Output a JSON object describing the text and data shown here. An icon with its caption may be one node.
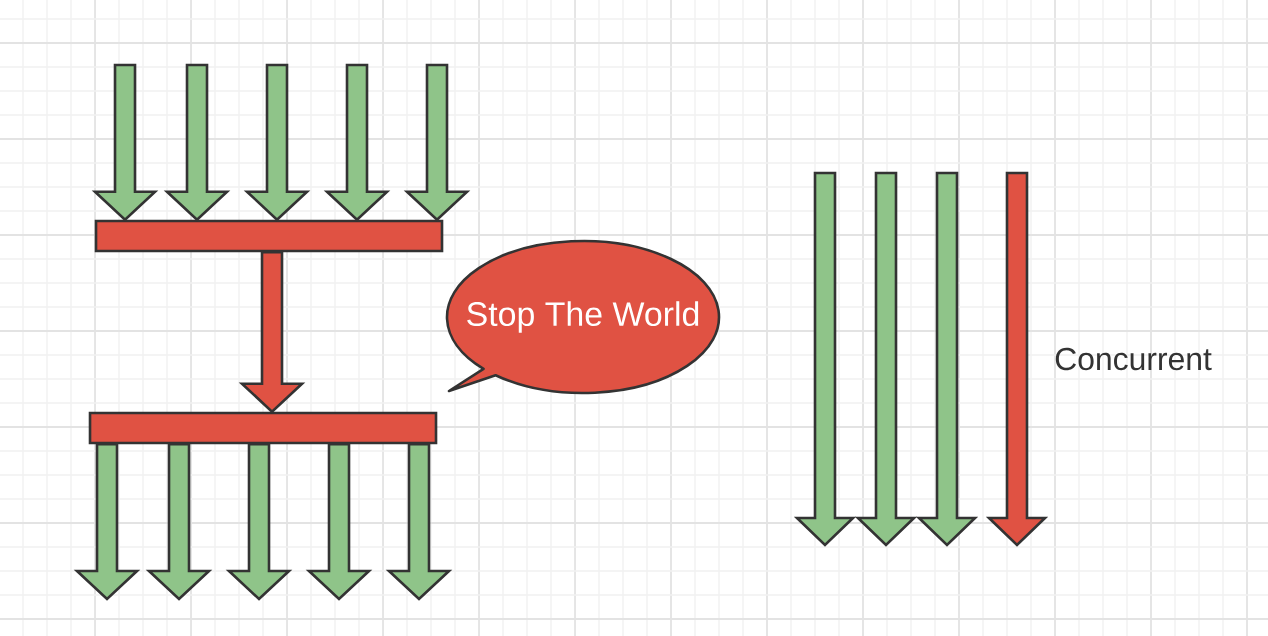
{
  "diagram": {
    "nodes": [
      {
        "text": [],
        "shape": "bar"
      },
      {
        "text": [
          "Stop The World"
        ]
      },
      {
        "text": [],
        "shape": "bar"
      }
    ],
    "edges": [
      {
        "from": null,
        "to": 0,
        "arrow": "to"
      },
      {
        "from": null,
        "to": 0,
        "arrow": "to"
      },
      {
        "from": null,
        "to": 0,
        "arrow": "to"
      },
      {
        "from": null,
        "to": 0,
        "arrow": "to"
      },
      {
        "from": null,
        "to": 0,
        "arrow": "to"
      },
      {
        "from": 0,
        "to": 2,
        "arrow": "to",
        "color": "#e05243"
      },
      {
        "from": 2,
        "to": null,
        "arrow": "to"
      },
      {
        "from": 2,
        "to": null,
        "arrow": "to"
      },
      {
        "from": 2,
        "to": null,
        "arrow": "to"
      },
      {
        "from": 2,
        "to": null,
        "arrow": "to"
      },
      {
        "from": 2,
        "to": null,
        "arrow": "to"
      }
    ],
    "labels": [
      "Concurrent"
    ]
  }
}
